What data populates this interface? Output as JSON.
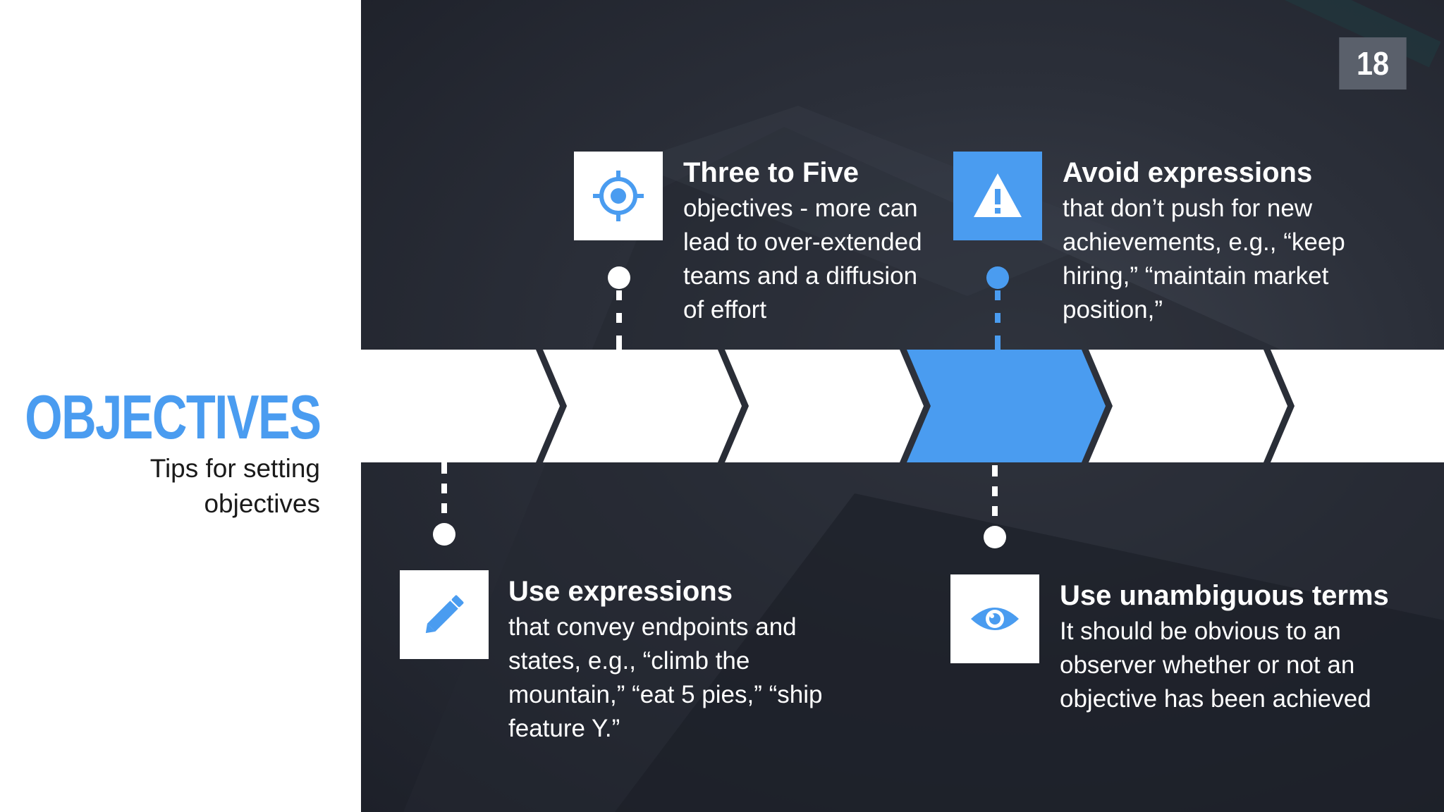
{
  "slide": {
    "number": "18",
    "title": "OBJECTIVES",
    "subtitle": "Tips for setting objectives"
  },
  "colors": {
    "accent": "#4a9cf0",
    "background": "#2b2f39",
    "chevron": "#ffffff",
    "slide_number_bg": "#5a606b"
  },
  "tips": [
    {
      "icon": "target-icon",
      "title": "Three to Five",
      "body": "objectives - more can lead to over-extended teams and a diffusion of effort"
    },
    {
      "icon": "warning-icon",
      "title": "Avoid expressions",
      "body": "that don’t push for new achievements, e.g., “keep hiring,” “maintain market position,”"
    },
    {
      "icon": "pencil-icon",
      "title": "Use expressions",
      "body": "that convey endpoints and states, e.g., “climb the mountain,” “eat 5 pies,” “ship feature Y.”"
    },
    {
      "icon": "eye-icon",
      "title": "Use unambiguous terms",
      "body": "It should be obvious to an observer whether or not an objective has been achieved"
    }
  ],
  "timeline": {
    "chevron_count": 6,
    "highlighted_index": 3
  }
}
